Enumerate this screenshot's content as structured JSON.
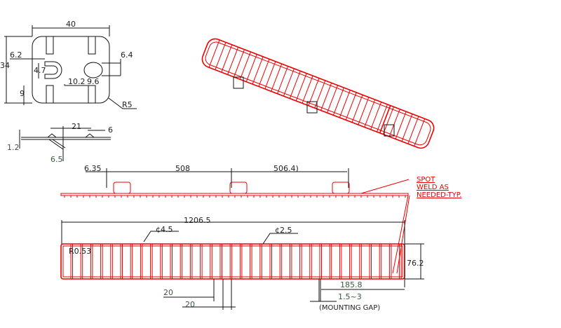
{
  "colors": {
    "wire": "#e00000",
    "dimension": "#111111",
    "label": "#3a5a3a"
  },
  "bracket_view": {
    "width": "40",
    "height": "34",
    "slot_offset": "6.2",
    "hole_size": "6.4",
    "slot_width": "4.7",
    "slot_to_hole": "10.2",
    "hole_width": "9.6",
    "bottom_offset": "9",
    "corner_radius": "R5"
  },
  "bracket_side": {
    "length": "21",
    "tab": "6",
    "thickness": "1.2",
    "depth": "6.5"
  },
  "side_view": {
    "edge_offset": "6.35",
    "spacing_1": "508",
    "spacing_2": "506.4)",
    "note": [
      "SPOT",
      "WELD AS",
      "NEEDED-TYP."
    ]
  },
  "plan_view": {
    "overall_length": "1206.5",
    "frame_wire": "¢4.5",
    "cross_wire": "¢2.5",
    "corner_radius": "R0.53",
    "height": "76.2",
    "end_offset": "185.8",
    "gap": "1.5~3",
    "gap_label": "(MOUNTING GAP)",
    "pitch_1": "20",
    "pitch_2": "20"
  }
}
